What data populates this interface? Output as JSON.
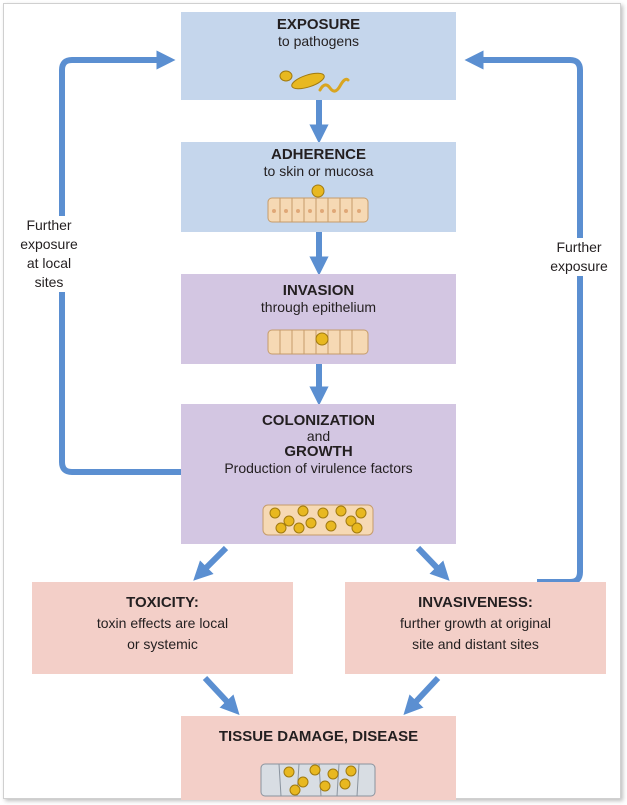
{
  "colors": {
    "arrow": "#5b8fd1",
    "blue_box": "#c5d6ec",
    "purple_box": "#d3c6e2",
    "pink_box": "#f3cfc8"
  },
  "steps": {
    "exposure": {
      "title": "EXPOSURE",
      "subtitle": "to pathogens"
    },
    "adherence": {
      "title": "ADHERENCE",
      "subtitle": "to skin or mucosa"
    },
    "invasion": {
      "title": "INVASION",
      "subtitle": "through epithelium"
    },
    "colonization": {
      "title": "COLONIZATION",
      "connector": "and",
      "title2": "GROWTH",
      "subtitle": "Production of virulence factors"
    },
    "toxicity": {
      "title": "TOXICITY:",
      "line1": "toxin effects are local",
      "line2": "or systemic"
    },
    "invasiveness": {
      "title": "INVASIVENESS:",
      "line1": "further growth at original",
      "line2": "site and distant sites"
    },
    "damage": {
      "title": "TISSUE DAMAGE, DISEASE"
    }
  },
  "side_labels": {
    "left": [
      "Further",
      "exposure",
      "at local",
      "sites"
    ],
    "right": [
      "Further",
      "exposure"
    ]
  }
}
